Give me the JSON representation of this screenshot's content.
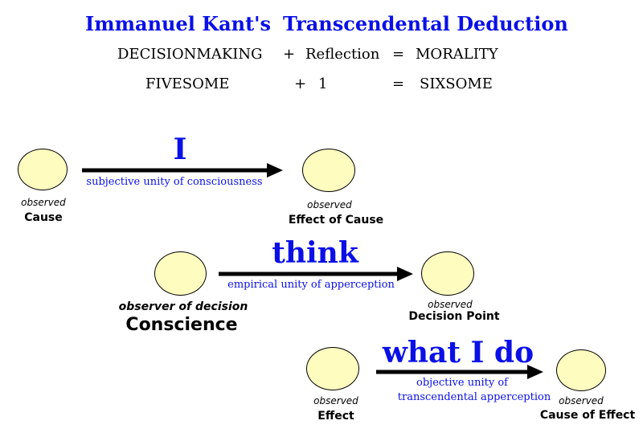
{
  "header": {
    "title_part1": "Immanuel Kant's",
    "title_part2": "Transcendental Deduction",
    "equation1": {
      "a": "DECISIONMAKING",
      "op": "+",
      "b": "Reflection",
      "eq": "=",
      "c": "MORALITY"
    },
    "equation2": {
      "a": "FIVESOME",
      "op": "+",
      "b": "1",
      "eq": "=",
      "c": "SIXSOME"
    }
  },
  "colors": {
    "accent": "#0a10e6",
    "node_fill": "#fffcbf",
    "stroke": "#000000"
  },
  "row1": {
    "left": {
      "observed": "observed",
      "label": "Cause"
    },
    "arrow": {
      "word": "I",
      "caption": "subjective unity of consciousness"
    },
    "right": {
      "observed": "observed",
      "label": "Effect of Cause"
    }
  },
  "row2": {
    "left": {
      "observed": "observer of decision",
      "label": "Conscience"
    },
    "arrow": {
      "word": "think",
      "caption": "empirical unity of apperception"
    },
    "right": {
      "observed": "observed",
      "label": "Decision Point"
    }
  },
  "row3": {
    "left": {
      "observed": "observed",
      "label": "Effect"
    },
    "arrow": {
      "word": "what I do",
      "caption_line1": "objective unity of",
      "caption_line2": "transcendental apperception"
    },
    "right": {
      "observed": "observed",
      "label": "Cause of Effect"
    }
  }
}
